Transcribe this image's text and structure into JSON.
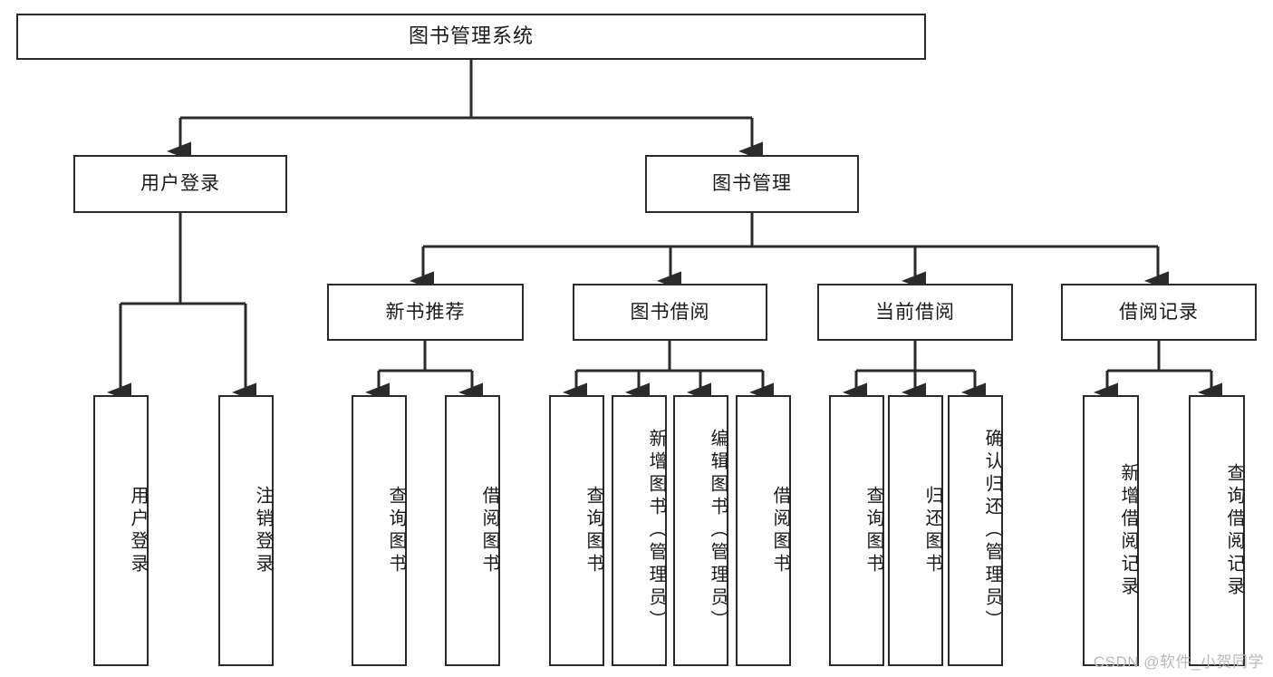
{
  "diagram": {
    "title": "图书管理系统",
    "type": "hierarchy-tree",
    "line_color": "#2b2b2b",
    "box_fill": "#ffffff",
    "text_color": "#1a1a1a"
  },
  "nodes": {
    "root": {
      "label": "图书管理系统"
    },
    "level2": [
      {
        "label": "用户登录"
      },
      {
        "label": "图书管理"
      }
    ],
    "level3": [
      {
        "label": "新书推荐"
      },
      {
        "label": "图书借阅"
      },
      {
        "label": "当前借阅"
      },
      {
        "label": "借阅记录"
      }
    ],
    "leaves": {
      "user_login": [
        {
          "label": "用户登录"
        },
        {
          "label": "注销登录"
        }
      ],
      "new_book": [
        {
          "label": "查询图书"
        },
        {
          "label": "借阅图书"
        }
      ],
      "book_borrow": [
        {
          "label": "查询图书"
        },
        {
          "label": "新增图书（管理员）"
        },
        {
          "label": "编辑图书（管理员）"
        },
        {
          "label": "借阅图书"
        }
      ],
      "current_borrow": [
        {
          "label": "查询图书"
        },
        {
          "label": "归还图书"
        },
        {
          "label": "确认归还（管理员）"
        }
      ],
      "borrow_record": [
        {
          "label": "新增借阅记录"
        },
        {
          "label": "查询借阅记录"
        }
      ]
    }
  },
  "watermark": {
    "text": "CSDN @软件_小贺同学"
  }
}
